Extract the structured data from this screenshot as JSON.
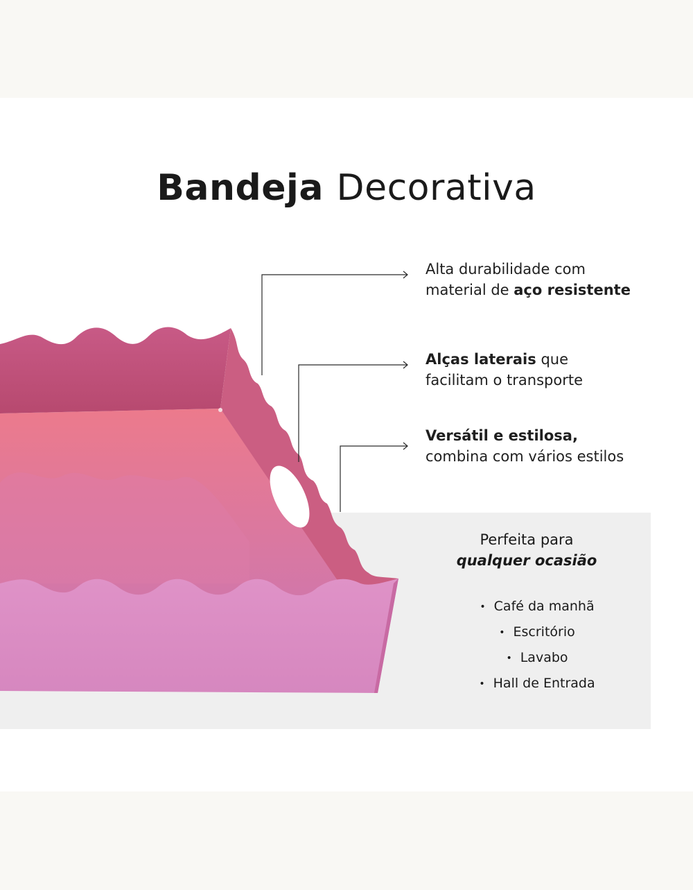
{
  "title": {
    "bold": "Bandeja",
    "regular": "Decorativa"
  },
  "features": [
    {
      "line1": "Alta durabilidade com",
      "line2_prefix": "material de ",
      "line2_bold": "aço resistente"
    },
    {
      "line1_bold": "Alças laterais",
      "line1_suffix": " que",
      "line2": "facilitam o transporte"
    },
    {
      "line1_bold": "Versátil e estilosa,",
      "line2": "combina com vários estilos"
    }
  ],
  "occasion": {
    "title": "Perfeita para",
    "emphasis": "qualquer ocasião",
    "items": [
      "Café da manhã",
      "Escritório",
      "Lavabo",
      "Hall de Entrada"
    ]
  },
  "colors": {
    "page_bg": "#f9f8f4",
    "canvas_bg": "#ffffff",
    "panel_bg": "#efefef",
    "tray_front": "#dc90c6",
    "tray_back": "#c2557d",
    "tray_floor": "#e67d93",
    "tray_side": "#cc5f82",
    "text": "#1a1a1a"
  }
}
